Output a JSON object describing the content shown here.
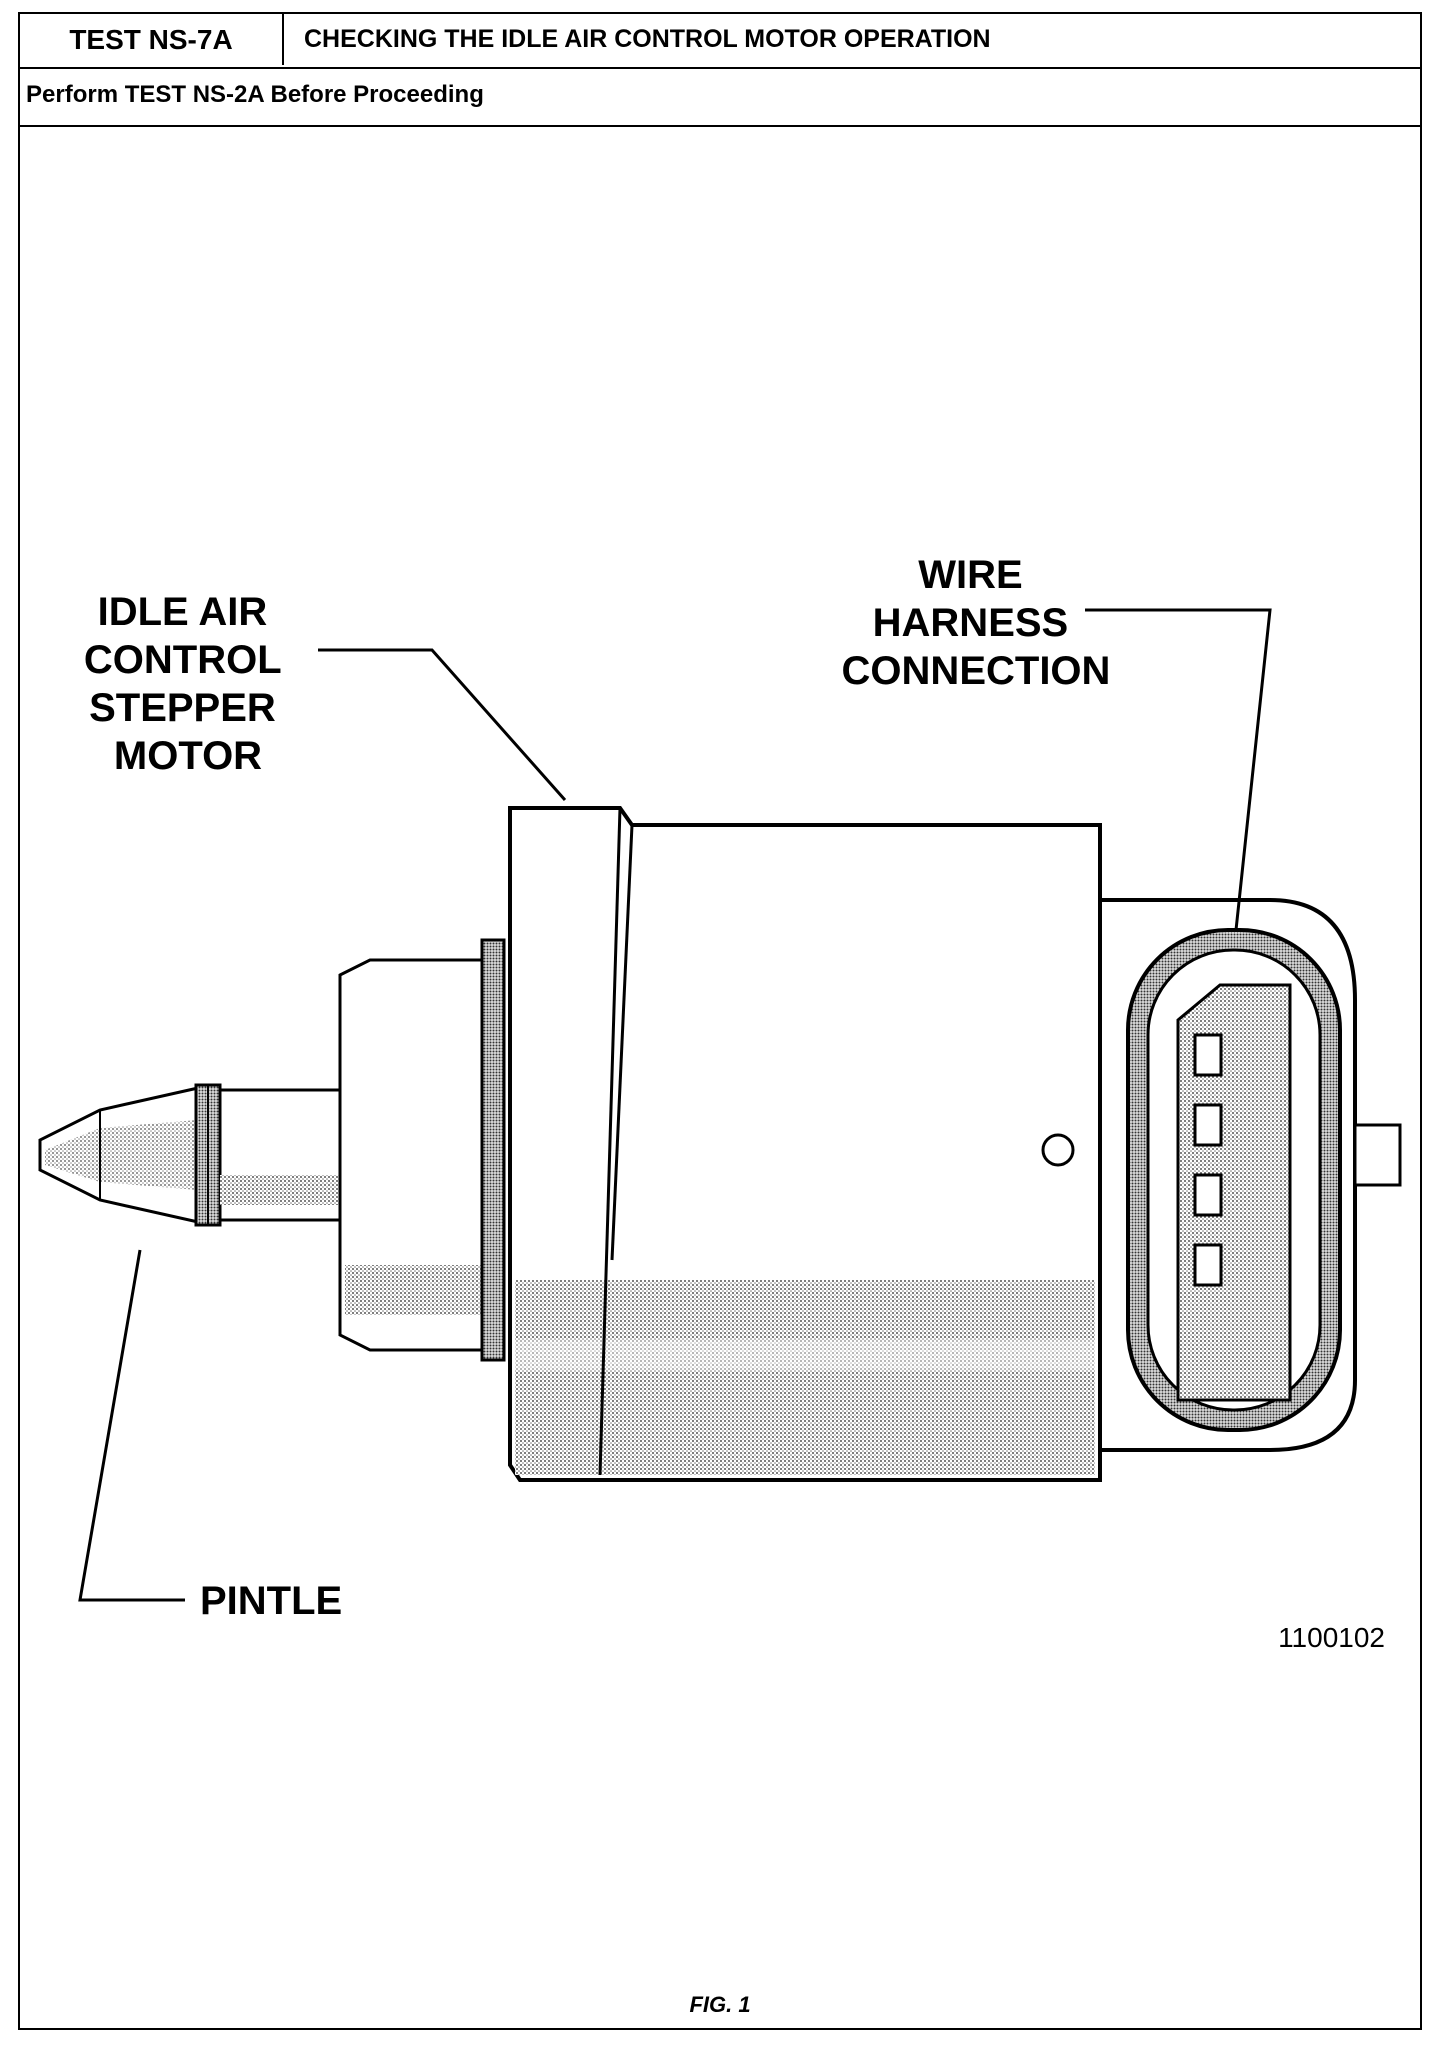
{
  "header": {
    "test_id": "TEST NS-7A",
    "title": "CHECKING THE IDLE AIR CONTROL MOTOR OPERATION",
    "subtitle": "Perform TEST NS-2A Before Proceeding"
  },
  "figure": {
    "labels": {
      "motor": [
        "IDLE AIR",
        "CONTROL",
        "STEPPER",
        "MOTOR"
      ],
      "harness": [
        "WIRE",
        "HARNESS",
        "CONNECTION"
      ],
      "pintle": "PINTLE"
    },
    "figure_number": "1100102",
    "caption": "FIG. 1"
  },
  "colors": {
    "ink": "#000000",
    "paper": "#ffffff",
    "shade": "#bdbdbd"
  }
}
